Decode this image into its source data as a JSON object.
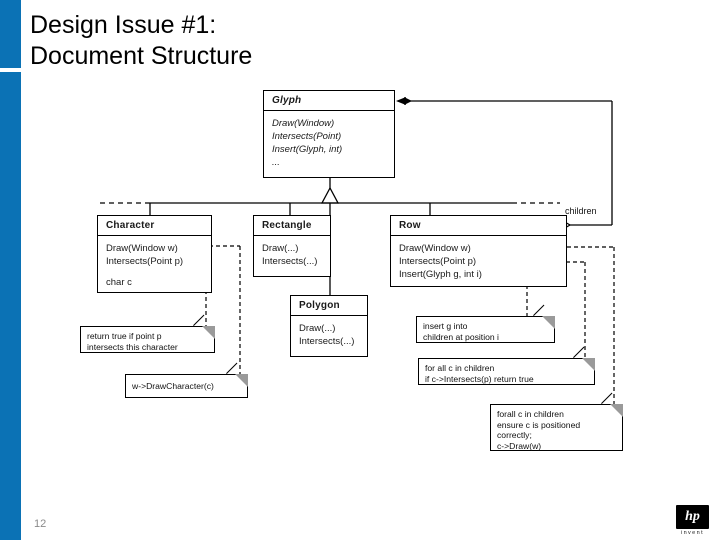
{
  "slide": {
    "title": "Design Issue #1:\nDocument Structure",
    "page_number": "12",
    "accent_color": "#0b72b5",
    "logo": {
      "mark": "hp",
      "tagline": "invent"
    }
  },
  "diagram": {
    "type": "uml-class-diagram",
    "classes": [
      {
        "id": "glyph",
        "name": "Glyph",
        "abstract": true,
        "operations": [
          "Draw(Window)",
          "Intersects(Point)",
          "Insert(Glyph, int)",
          "..."
        ],
        "attributes": []
      },
      {
        "id": "character",
        "name": "Character",
        "abstract": false,
        "operations": [
          "Draw(Window w)",
          "Intersects(Point p)"
        ],
        "attributes": [
          "char c"
        ]
      },
      {
        "id": "rectangle",
        "name": "Rectangle",
        "abstract": false,
        "operations": [
          "Draw(...)",
          "Intersects(...)"
        ],
        "attributes": []
      },
      {
        "id": "polygon",
        "name": "Polygon",
        "abstract": false,
        "operations": [
          "Draw(...)",
          "Intersects(...)"
        ],
        "attributes": []
      },
      {
        "id": "row",
        "name": "Row",
        "abstract": false,
        "operations": [
          "Draw(Window w)",
          "Intersects(Point p)",
          "Insert(Glyph g, int i)"
        ],
        "attributes": []
      }
    ],
    "association_label": "children",
    "notes": [
      {
        "id": "note-character-intersects",
        "text": "return true if point p\n    intersects this character"
      },
      {
        "id": "note-character-draw",
        "text": "w->DrawCharacter(c)"
      },
      {
        "id": "note-row-insert",
        "text": "insert g into\n   children at position i"
      },
      {
        "id": "note-row-intersects",
        "text": "for all c in children\n   if c->Intersects(p) return true"
      },
      {
        "id": "note-row-draw",
        "text": "forall c in children\n    ensure c is positioned\n       correctly;\n  c->Draw(w)"
      }
    ]
  }
}
